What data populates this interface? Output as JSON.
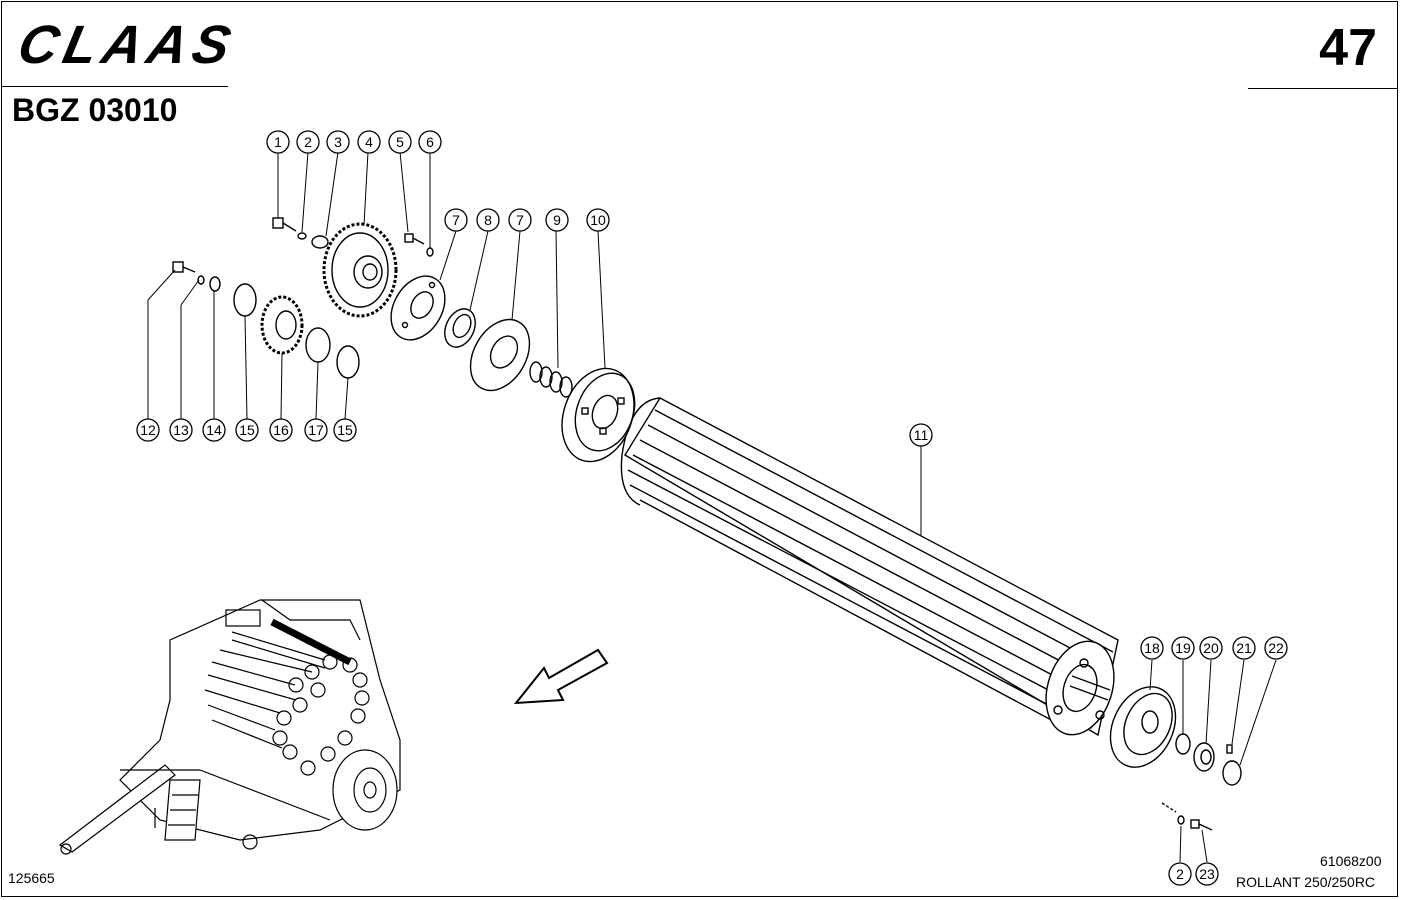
{
  "header": {
    "brand": "CLAAS",
    "page_number": "47",
    "group_code": "BGZ 03010"
  },
  "footer": {
    "left_ref": "125665",
    "drawing_ref": "61068z00",
    "model": "ROLLANT 250/250RC"
  },
  "diagram": {
    "callouts_top": [
      "1",
      "2",
      "3",
      "4",
      "5",
      "6"
    ],
    "callouts_mid": [
      "7",
      "8",
      "7",
      "9",
      "10"
    ],
    "callouts_low": [
      "12",
      "13",
      "14",
      "15",
      "16",
      "17",
      "15"
    ],
    "callout_roller": "11",
    "callouts_right": [
      "18",
      "19",
      "20",
      "21",
      "22"
    ],
    "callouts_bottom": [
      "2",
      "23"
    ]
  }
}
